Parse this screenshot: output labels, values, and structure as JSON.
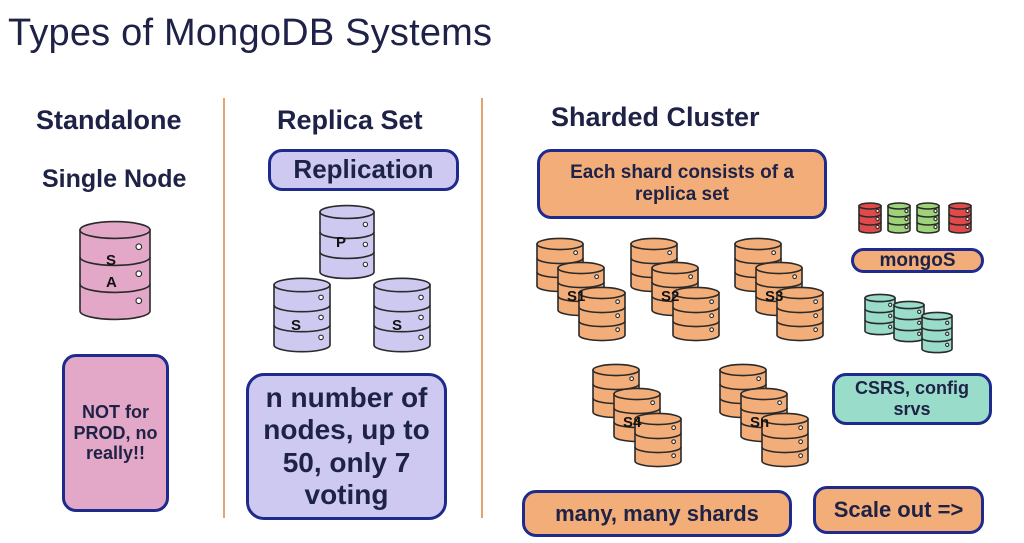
{
  "title": "Types of MongoDB Systems",
  "standalone": {
    "heading": "Standalone",
    "subheading": "Single Node",
    "db_labels": [
      "S",
      "A"
    ],
    "note": "NOT for PROD, no really!!"
  },
  "replica_set": {
    "heading": "Replica Set",
    "tag": "Replication",
    "nodes": [
      "P",
      "S",
      "S"
    ],
    "note": "n number of nodes, up to 50, only 7 voting"
  },
  "sharded_cluster": {
    "heading": "Sharded Cluster",
    "desc": "Each shard consists of a replica set",
    "shards": [
      "S1",
      "S2",
      "S3",
      "S4",
      "Sn"
    ],
    "mongos_label": "mongoS",
    "csrs_label": "CSRS, config srvs",
    "many_label": "many, many shards",
    "scale_label": "Scale out =>"
  },
  "colors": {
    "navy": "#1e2246",
    "border": "#1e2a8c",
    "pink": "#e3a7c7",
    "lavender": "#cdc9f1",
    "orange": "#f3ad78",
    "teal": "#98dcc9",
    "red": "#e04a4a",
    "green": "#9ed37a",
    "divider": "#e6a36e"
  }
}
